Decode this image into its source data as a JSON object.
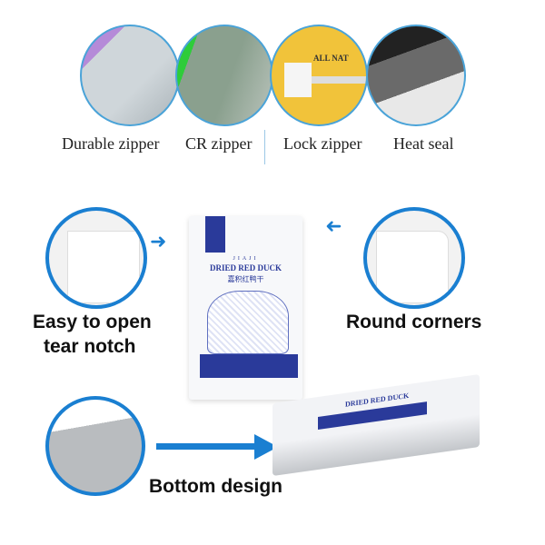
{
  "features": [
    {
      "label": "Durable zipper"
    },
    {
      "label": "CR zipper"
    },
    {
      "label": "Lock zipper",
      "inset_text": "ALL NAT"
    },
    {
      "label": "Heat seal"
    }
  ],
  "callouts": {
    "tear_notch_line1": "Easy to open",
    "tear_notch_line2": "tear notch",
    "round_corners": "Round corners",
    "bottom_design": "Bottom design"
  },
  "product": {
    "brand": "JIAJI",
    "name": "DRIED RED DUCK",
    "name_cn": "嘉积红鸭干",
    "lying_name": "DRIED RED DUCK"
  },
  "colors": {
    "accent": "#1a7fd1",
    "pouch_blue": "#2a3a9a"
  }
}
